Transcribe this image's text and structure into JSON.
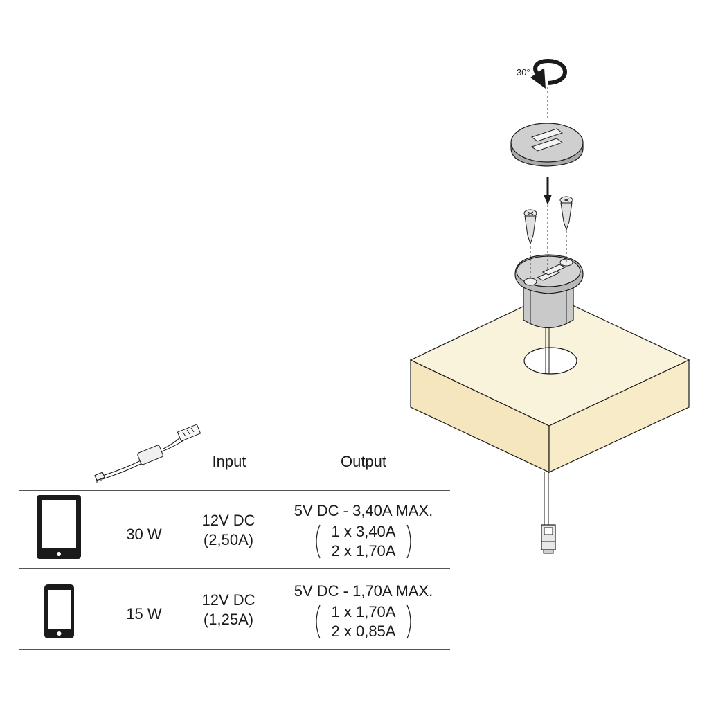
{
  "rotation": {
    "angle_label": "30°"
  },
  "table": {
    "headers": {
      "input": "Input",
      "output": "Output"
    },
    "rows": [
      {
        "device": "tablet",
        "power": "30 W",
        "input_line1": "12V DC",
        "input_line2": "(2,50A)",
        "output_max": "5V DC - 3,40A MAX.",
        "output_line1": "1 x 3,40A",
        "output_line2": "2 x 1,70A"
      },
      {
        "device": "phone",
        "power": "15 W",
        "input_line1": "12V DC",
        "input_line2": "(1,25A)",
        "output_max": "5V DC - 1,70A MAX.",
        "output_line1": "1 x 1,70A",
        "output_line2": "2 x 0,85A"
      }
    ]
  },
  "colors": {
    "board_top": "#faf3dc",
    "board_side": "#f5e6bd",
    "metal": "#bdbdbd",
    "line": "#1a1a1a"
  },
  "icons": [
    "power-adapter-icon",
    "tablet-icon",
    "phone-icon",
    "rotate-arrow-icon",
    "down-arrow-icon",
    "screw-icon",
    "usb-socket-icon",
    "connector-plug-icon"
  ]
}
